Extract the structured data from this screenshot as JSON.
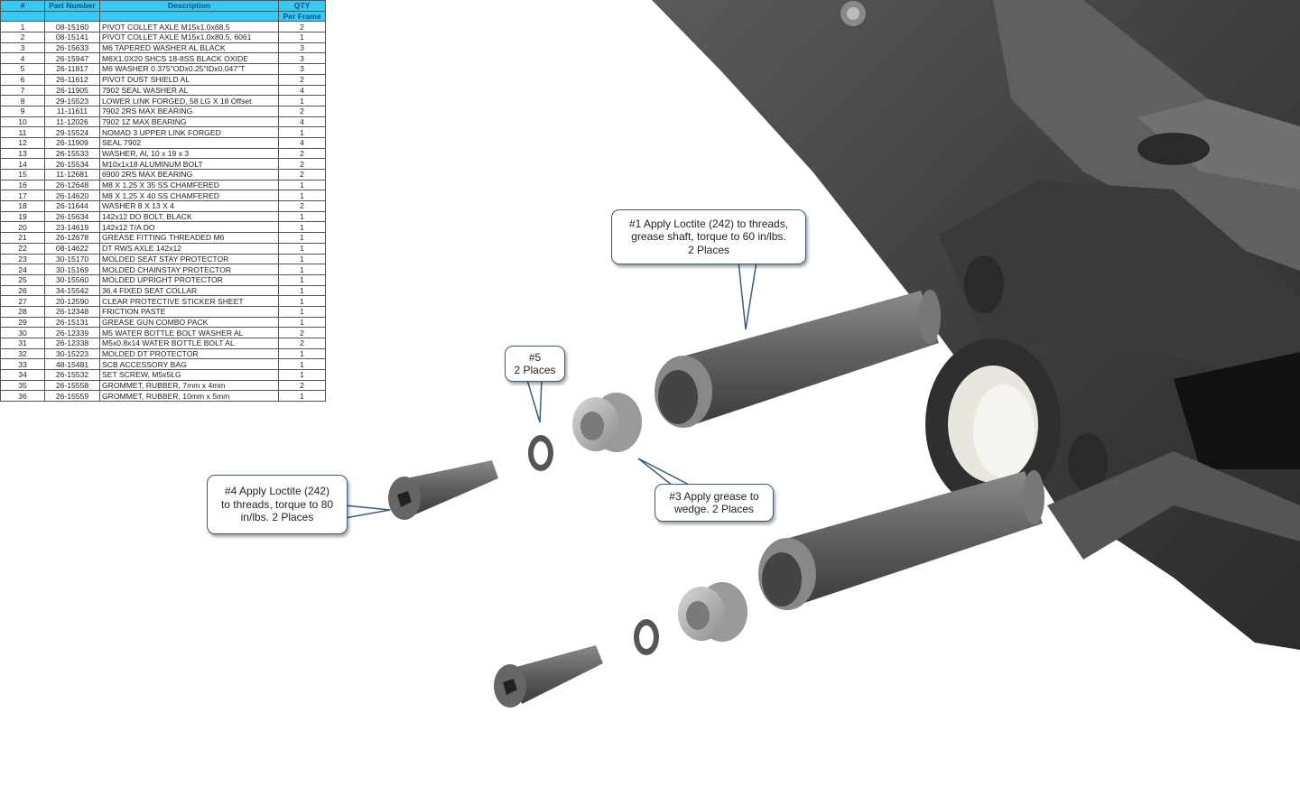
{
  "bom": {
    "headers": [
      "#",
      "Part Number",
      "Description",
      "QTY"
    ],
    "subheader_qty": "Per Frame",
    "rows": [
      [
        "1",
        "08-15160",
        "PIVOT COLLET AXLE M15x1.0x68.5",
        "2"
      ],
      [
        "2",
        "08-15141",
        "PIVOT COLLET AXLE M15x1.0x80.5, 6061",
        "1"
      ],
      [
        "3",
        "26-15633",
        "M6 TAPERED WASHER AL BLACK",
        "3"
      ],
      [
        "4",
        "26-15947",
        "M6X1.0X20 SHCS 18-8SS BLACK OXIDE",
        "3"
      ],
      [
        "5",
        "26-11817",
        "M6 WASHER 0.375\"ODx0.25\"IDx0.047\"T",
        "3"
      ],
      [
        "6",
        "26-11612",
        "PIVOT DUST SHIELD AL",
        "2"
      ],
      [
        "7",
        "26-11905",
        "7902 SEAL WASHER AL",
        "4"
      ],
      [
        "8",
        "29-15523",
        " LOWER LINK FORGED, 58 LG X 18 Offset",
        "1"
      ],
      [
        "9",
        "11-11611",
        "7902 2RS MAX BEARING",
        "2"
      ],
      [
        "10",
        "11-12026",
        "7902 1Z MAX BEARING",
        "4"
      ],
      [
        "11",
        "29-15524",
        "NOMAD 3 UPPER LINK FORGED",
        "1"
      ],
      [
        "12",
        "26-11909",
        "SEAL 7902",
        "4"
      ],
      [
        "13",
        "26-15533",
        "WASHER, Al, 10 x 19 x 3",
        "2"
      ],
      [
        "14",
        "26-15534",
        "M10x1x18 ALUMINUM BOLT",
        "2"
      ],
      [
        "15",
        "11-12681",
        "6900 2RS MAX BEARING",
        "2"
      ],
      [
        "16",
        "26-12648",
        "M8 X 1.25 X 35 SS CHAMFERED",
        "1"
      ],
      [
        "17",
        "26-14620",
        "M8 X 1.25 X 40 SS CHAMFERED",
        "1"
      ],
      [
        "18",
        "26-11644",
        "WASHER 8 X 13 X 4",
        "2"
      ],
      [
        "19",
        "26-15634",
        "142x12 DO BOLT, BLACK",
        "1"
      ],
      [
        "20",
        "23-14619",
        "142x12 T/A DO",
        "1"
      ],
      [
        "21",
        "26-12678",
        "GREASE FITTING THREADED M6",
        "1"
      ],
      [
        "22",
        "08-14622",
        "DT RWS AXLE 142x12",
        "1"
      ],
      [
        "23",
        "30-15170",
        "MOLDED SEAT STAY PROTECTOR",
        "1"
      ],
      [
        "24",
        "30-15169",
        "MOLDED CHAINSTAY PROTECTOR",
        "1"
      ],
      [
        "25",
        "30-15560",
        "MOLDED UPRIGHT PROTECTOR",
        "1"
      ],
      [
        "26",
        "34-15542",
        "36.4 FIXED SEAT COLLAR",
        "1"
      ],
      [
        "27",
        "20-12590",
        "CLEAR PROTECTIVE STICKER SHEET",
        "1"
      ],
      [
        "28",
        "26-12348",
        "FRICTION PASTE",
        "1"
      ],
      [
        "29",
        "26-15131",
        "GREASE GUN COMBO PACK",
        "1"
      ],
      [
        "30",
        "26-12339",
        "M5 WATER BOTTLE BOLT WASHER AL",
        "2"
      ],
      [
        "31",
        "26-12338",
        "M5x0.8x14 WATER BOTTLE BOLT AL",
        "2"
      ],
      [
        "32",
        "30-15223",
        "MOLDED DT PROTECTOR",
        "1"
      ],
      [
        "33",
        "48-15481",
        "SCB ACCESSORY BAG",
        "1"
      ],
      [
        "34",
        "26-15532",
        "SET SCREW, M5x5LG",
        "1"
      ],
      [
        "35",
        "26-15558",
        "GROMMET, RUBBER, 7mm x 4mm",
        "2"
      ],
      [
        "36",
        "26-15559",
        "GROMMET, RUBBER, 10mm x 5mm",
        "1"
      ]
    ]
  },
  "callouts": {
    "c1": [
      "#1 Apply Loctite (242) to threads,",
      "grease shaft, torque to 60 in/lbs.",
      "2 Places"
    ],
    "c5": [
      "#5",
      "2 Places"
    ],
    "c4": [
      "#4 Apply Loctite (242)",
      "to threads, torque to 80",
      "in/lbs. 2 Places"
    ],
    "c3": [
      "#3 Apply grease to",
      "wedge. 2 Places"
    ]
  },
  "colors": {
    "header": "#38c8f4",
    "frame": "#4a4a4a",
    "part": "#6e6e6e"
  }
}
